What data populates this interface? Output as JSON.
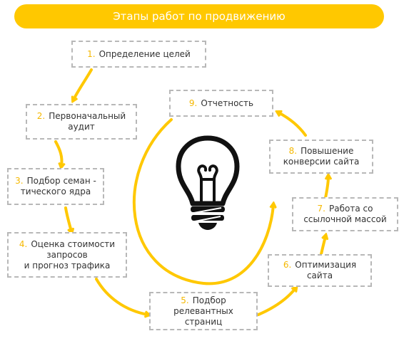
{
  "title": "Этапы работ по продвижению",
  "steps": [
    {
      "num": "1.",
      "lines": [
        "Определение целей"
      ]
    },
    {
      "num": "2.",
      "lines": [
        "Первоначальный",
        "аудит"
      ]
    },
    {
      "num": "3.",
      "lines": [
        "Подбор семан -",
        "тического ядра"
      ]
    },
    {
      "num": "4.",
      "lines": [
        "Оценка стоимости",
        "запросов",
        "и прогноз трафика"
      ]
    },
    {
      "num": "5.",
      "lines": [
        "Подбор релевантных",
        "страниц"
      ]
    },
    {
      "num": "6.",
      "lines": [
        "Оптимизация",
        "сайта"
      ]
    },
    {
      "num": "7.",
      "lines": [
        "Работа со",
        "ссылочной массой"
      ]
    },
    {
      "num": "8.",
      "lines": [
        "Повышение",
        "конверсии сайта"
      ]
    },
    {
      "num": "9.",
      "lines": [
        "Отчетность"
      ]
    }
  ],
  "colors": {
    "accent": "#ffc800",
    "step_number": "#f5b800",
    "border": "#b8b8b8",
    "text": "#333333",
    "icon": "#111111"
  },
  "icons": {
    "center": "lightbulb-icon"
  }
}
